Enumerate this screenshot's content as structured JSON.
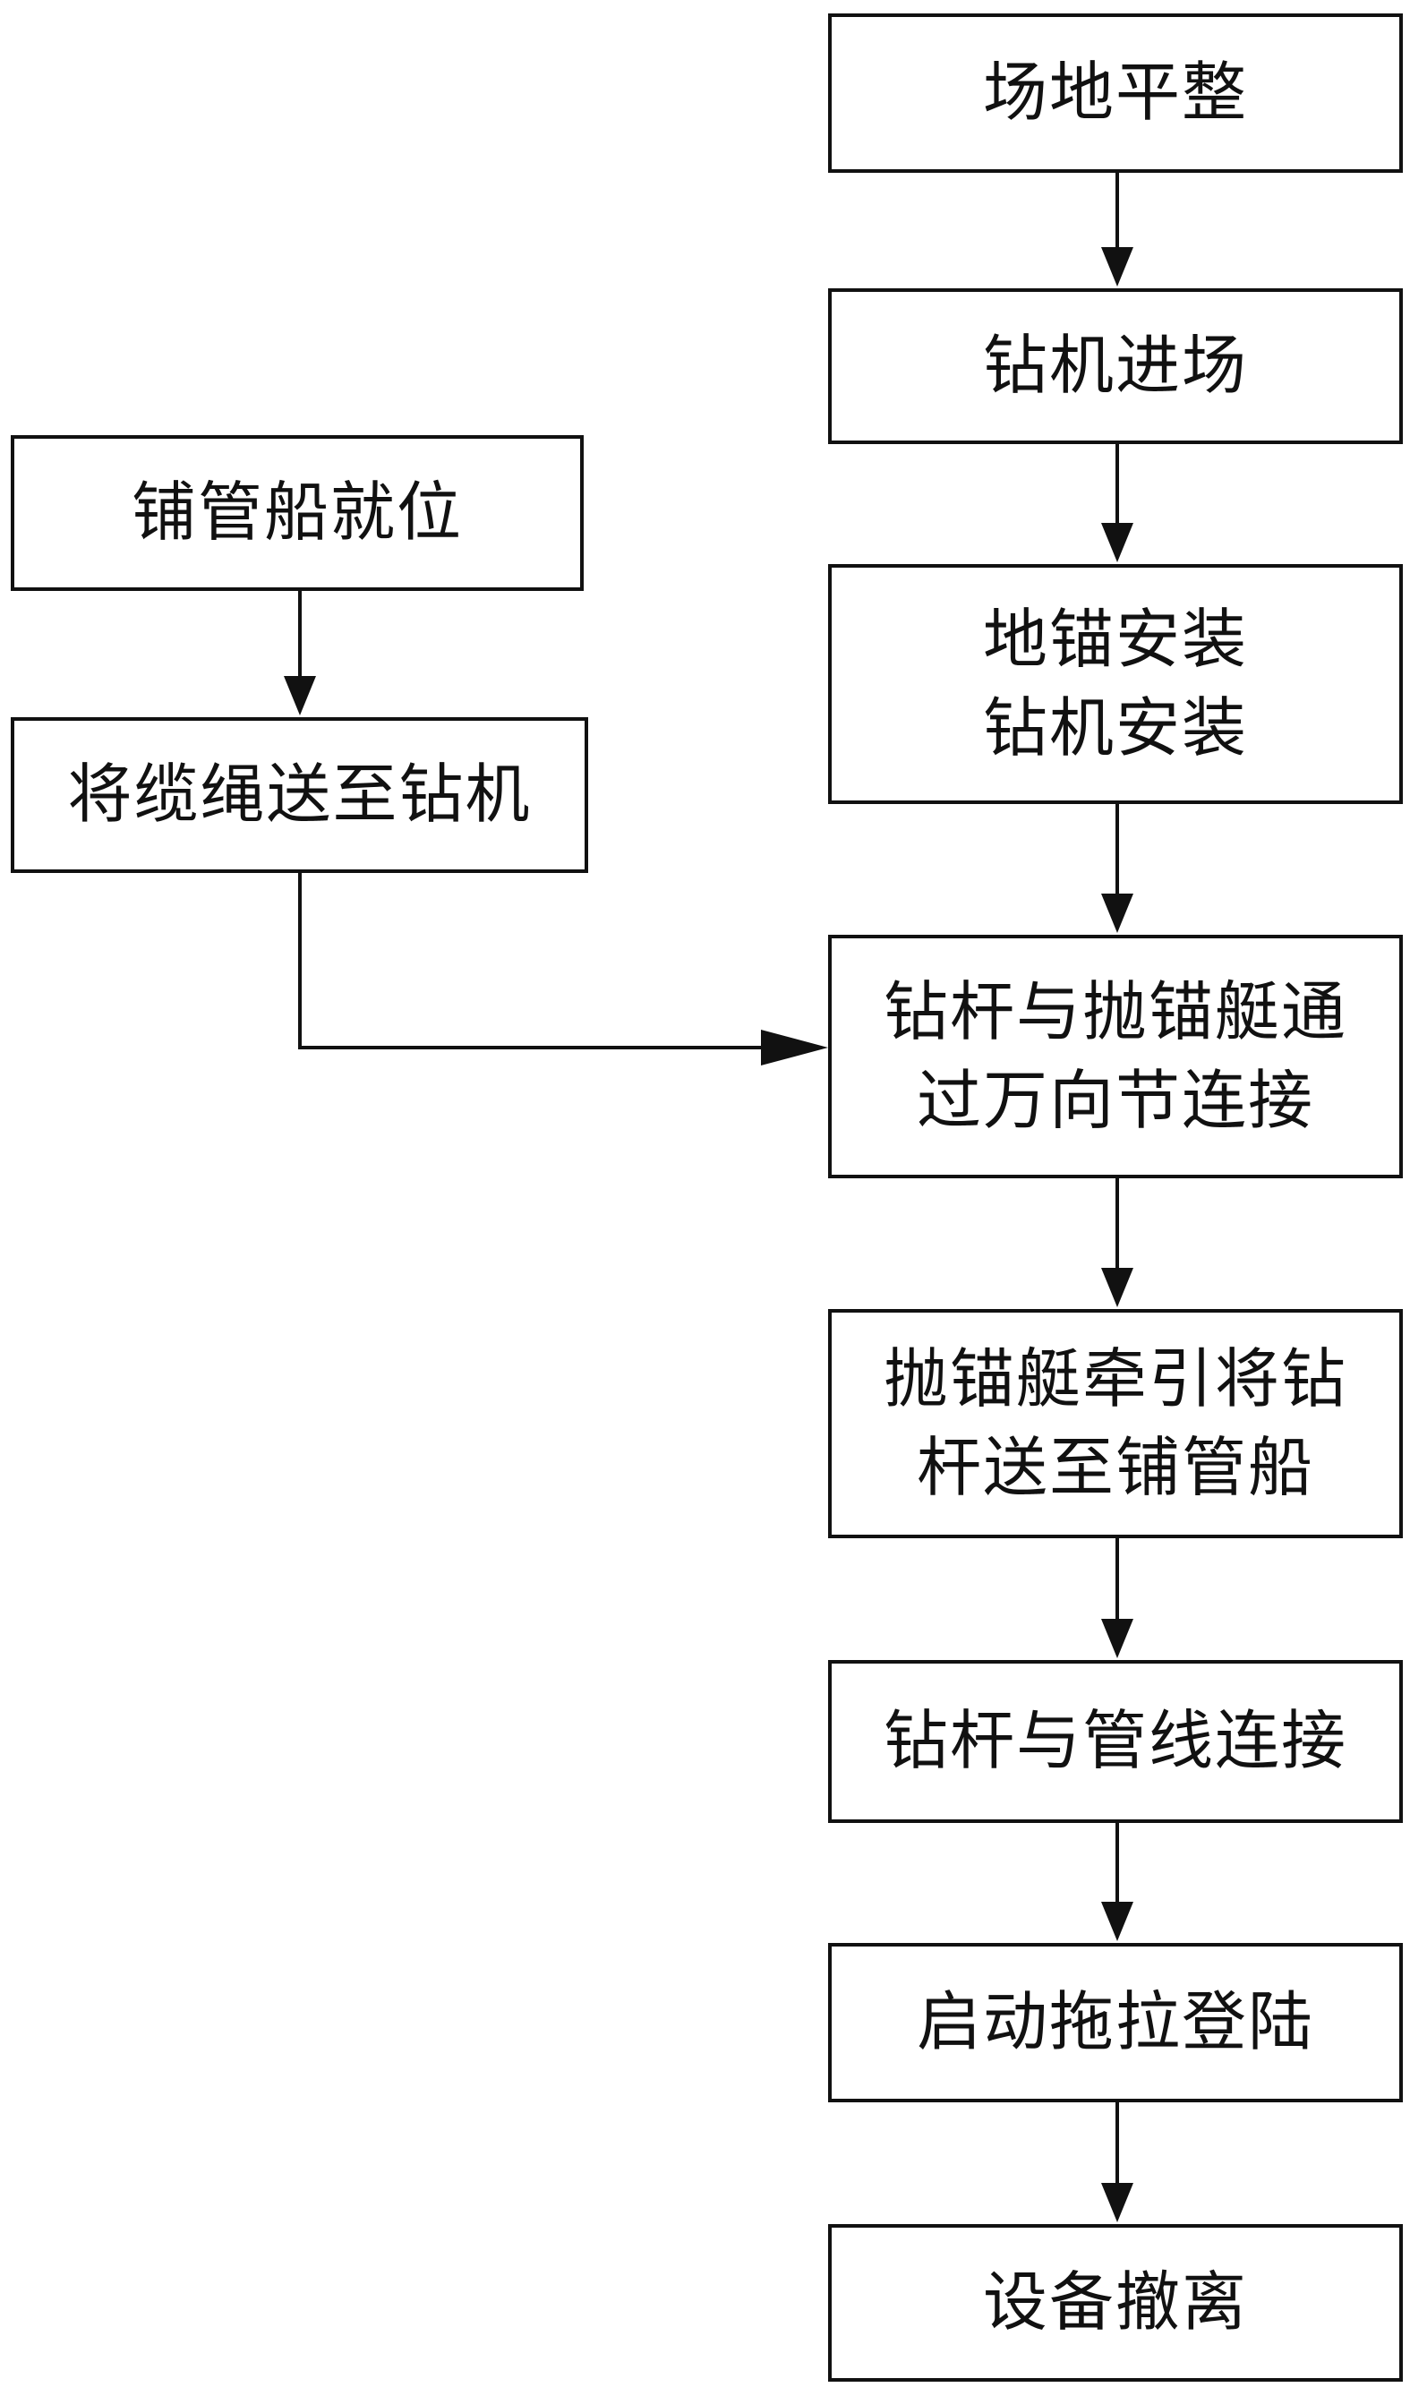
{
  "diagram": {
    "steps": {
      "site_leveling": "场地平整",
      "rig_entry": "钻机进场",
      "anchor_rig_install_line1": "地锚安装",
      "anchor_rig_install_line2": "钻机安装",
      "drill_pipe_connect_line1": "钻杆与抛锚艇通",
      "drill_pipe_connect_line2": "过万向节连接",
      "tow_pipe_line1": "抛锚艇牵引将钻",
      "tow_pipe_line2": "杆送至铺管船",
      "pipe_pipeline_connect": "钻杆与管线连接",
      "start_pull": "启动拖拉登陆",
      "evacuate": "设备撤离",
      "vessel_in_place": "铺管船就位",
      "cable_to_rig": "将缆绳送至钻机"
    },
    "colors": {
      "line": "#111111",
      "box_fill": "#ffffff"
    }
  }
}
